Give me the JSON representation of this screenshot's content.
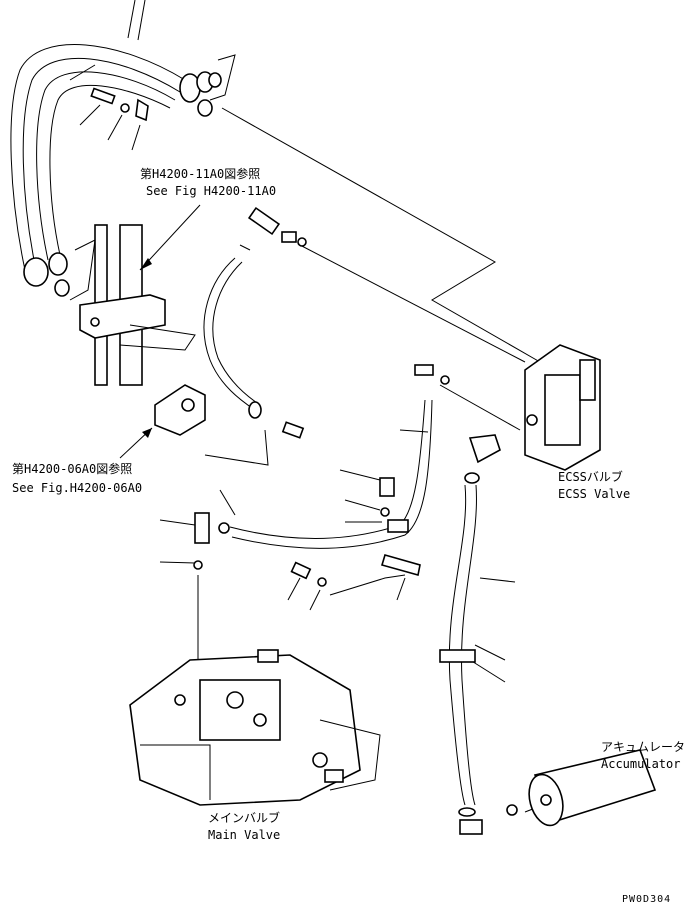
{
  "labels": {
    "ref1_jp": "第H4200-11A0図参照",
    "ref1_en": "See Fig H4200-11A0",
    "ref2_jp": "第H4200-06A0図参照",
    "ref2_en": "See Fig.H4200-06A0",
    "ecss_jp": "ECSSバルブ",
    "ecss_en": "ECSS Valve",
    "acc_jp": "アキュムレータ",
    "acc_en": "Accumulator",
    "main_jp": "メインバルブ",
    "main_en": "Main Valve",
    "drawing_code": "PW0D304"
  }
}
